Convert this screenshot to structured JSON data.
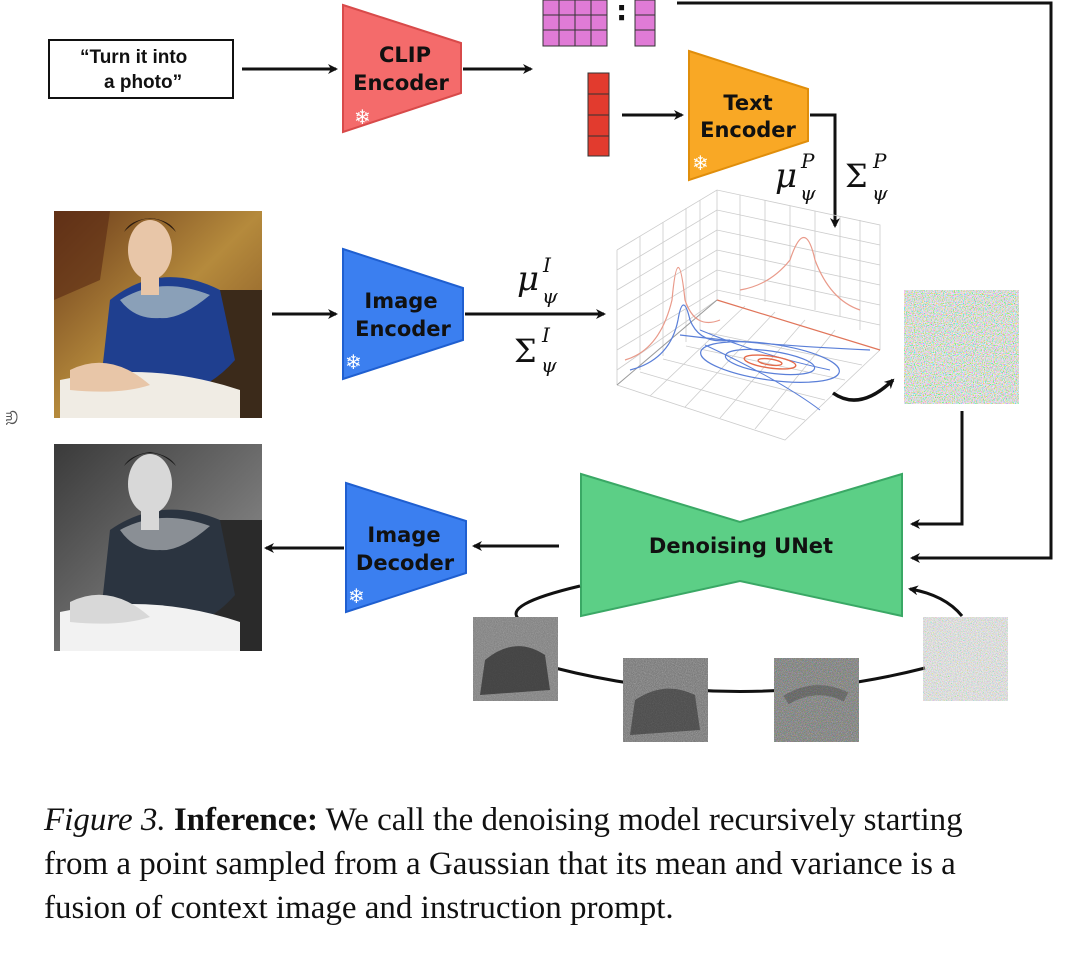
{
  "diagram": {
    "prompt_text_line1": "“Turn it into",
    "prompt_text_line2": "a photo”",
    "clip_encoder": {
      "line1": "CLIP",
      "line2": "Encoder",
      "color": "#f46b6b",
      "icon": "snowflake-icon"
    },
    "text_encoder": {
      "line1": "Text",
      "line2": "Encoder",
      "color": "#f9a825",
      "icon": "snowflake-icon"
    },
    "image_encoder": {
      "line1": "Image",
      "line2": "Encoder",
      "color": "#3b7ff0",
      "icon": "snowflake-icon"
    },
    "image_decoder": {
      "line1": "Image",
      "line2": "Decoder",
      "color": "#3b7ff0",
      "icon": "snowflake-icon"
    },
    "unet": {
      "label": "Denoising UNet",
      "color": "#5ccf86"
    },
    "embedding_colon": ":",
    "mu_p": {
      "base": "μ",
      "sub": "ψ",
      "sup": "P"
    },
    "sigma_p": {
      "base": "Σ",
      "sub": "ψ",
      "sup": "P"
    },
    "mu_i": {
      "base": "μ",
      "sub": "ψ",
      "sup": "I"
    },
    "sigma_i": {
      "base": "Σ",
      "sub": "ψ",
      "sup": "I"
    },
    "side_number": "ଲ"
  },
  "caption": {
    "label": "Figure 3.",
    "heading": "Inference:",
    "text": "We call the denoising model recursively starting from a point sampled from a Gaussian that its mean and variance is a fusion of context image and instruction prompt."
  }
}
